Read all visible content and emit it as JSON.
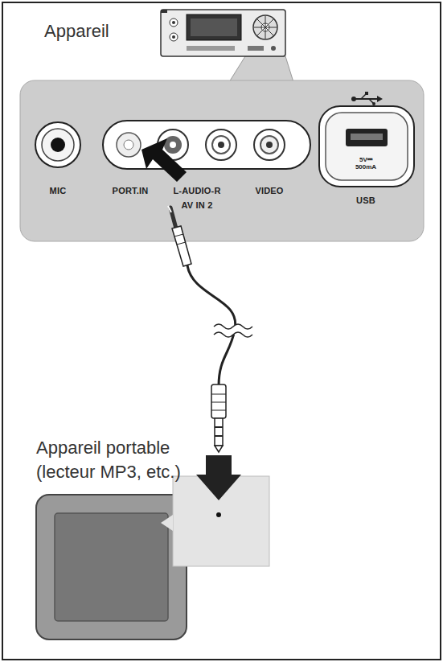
{
  "diagram": {
    "nodes": [
      {
        "text": [
          "Appareil"
        ]
      },
      {
        "text": [
          "MIC",
          "PORT.IN",
          "L-AUDIO-R",
          "VIDEO",
          "AV IN 2",
          "USB",
          "5V⎓ 500mA"
        ]
      },
      {
        "text": [
          "Appareil portable (lecteur MP3, etc.)"
        ]
      }
    ],
    "edges": [
      {
        "from": 1,
        "to": 2,
        "arrow": "none"
      }
    ]
  }
}
